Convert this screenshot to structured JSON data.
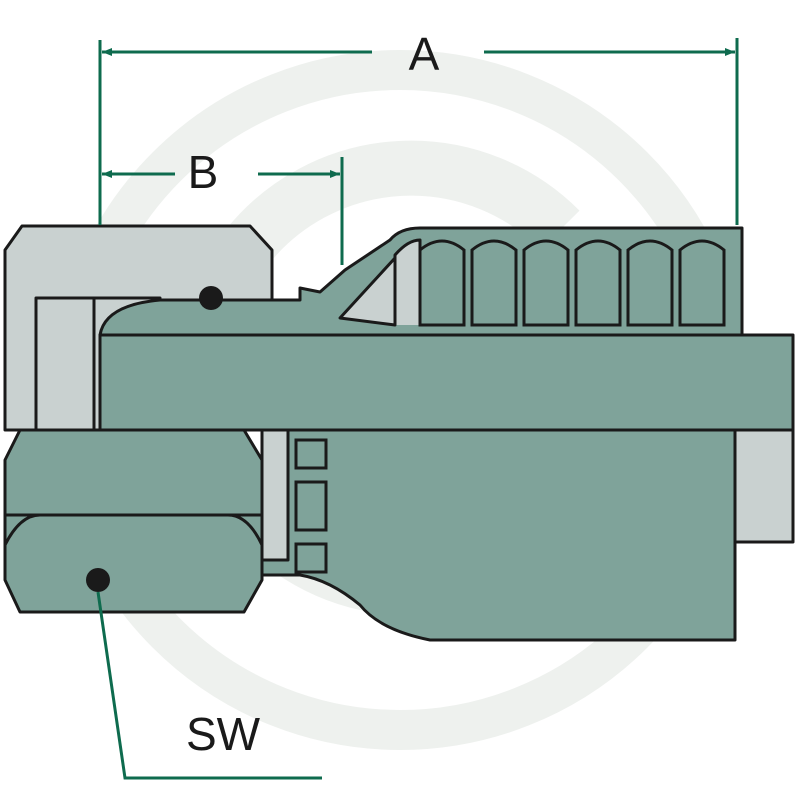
{
  "dimensions": {
    "A": "A",
    "B": "B",
    "SW": "SW"
  },
  "colors": {
    "body_dark": "#7fa39a",
    "body_light": "#c9d1d0",
    "body_mid": "#92b0a8",
    "outline": "#1a1a1a",
    "dimension_line": "#0e6b4e",
    "watermark": "#e8ece8"
  },
  "icons": [
    "hose-fitting-cross-section",
    "dimension-arrow",
    "seal-o-ring"
  ]
}
